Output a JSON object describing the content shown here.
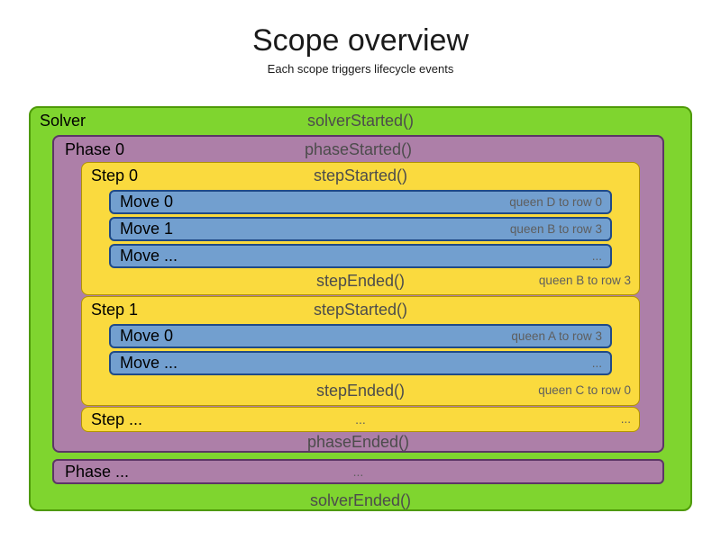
{
  "title": "Scope overview",
  "subtitle": "Each scope triggers lifecycle events",
  "colors": {
    "solver_fill": "#7fd52f",
    "solver_border": "#4e9a06",
    "phase_fill": "#ad7fa8",
    "phase_border": "#5c3566",
    "step_fill": "#fada3e",
    "step_border": "#b29500",
    "move_fill": "#729fcf",
    "move_border": "#204a87",
    "event_text": "#4c4c4c",
    "annotation_text": "#5e5e5e",
    "label_text": "#000000"
  },
  "solver": {
    "label": "Solver",
    "started_event": "solverStarted()",
    "ended_event": "solverEnded()",
    "phase0": {
      "label": "Phase 0",
      "started_event": "phaseStarted()",
      "ended_event": "phaseEnded()",
      "steps": [
        {
          "label": "Step 0",
          "started_event": "stepStarted()",
          "ended_event": "stepEnded()",
          "ended_annotation": "queen B to row 3",
          "moves": [
            {
              "label": "Move 0",
              "annotation": "queen D to row 0"
            },
            {
              "label": "Move 1",
              "annotation": "queen B to row 3"
            },
            {
              "label": "Move ...",
              "annotation": "..."
            }
          ]
        },
        {
          "label": "Step 1",
          "started_event": "stepStarted()",
          "ended_event": "stepEnded()",
          "ended_annotation": "queen C to row 0",
          "moves": [
            {
              "label": "Move 0",
              "annotation": "queen A to row 3"
            },
            {
              "label": "Move ...",
              "annotation": "..."
            }
          ]
        }
      ],
      "step_more": {
        "label": "Step ...",
        "center_text": "...",
        "right_text": "..."
      }
    },
    "phase_more": {
      "label": "Phase ...",
      "center_text": "..."
    }
  }
}
